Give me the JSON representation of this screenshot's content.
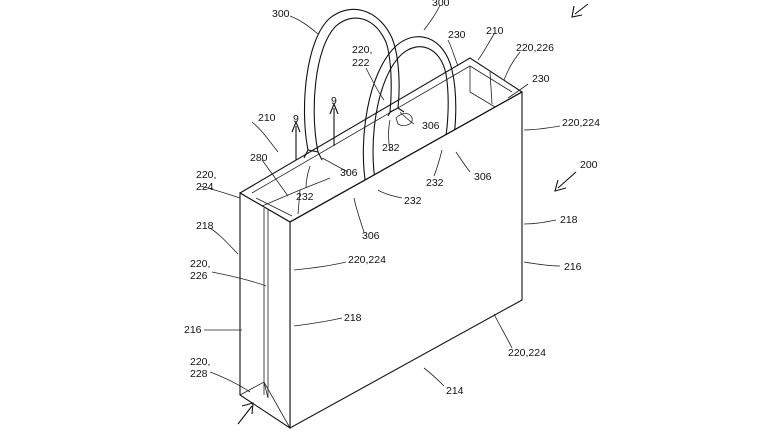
{
  "labels": {
    "l300a": "300",
    "l300b": "300",
    "l220_222_a": "220,",
    "l220_222_b": "222",
    "l230a": "230",
    "l210a": "210",
    "l220_226_top": "220,226",
    "l230b": "230",
    "l9a": "9",
    "l9b": "9",
    "l210b": "210",
    "l306a": "306",
    "l220_224_r1": "220,224",
    "l280": "280",
    "l232a": "232",
    "l306b": "306",
    "l232b": "232",
    "l306c": "306",
    "l200": "200",
    "l220_224_l_a": "220,",
    "l220_224_l_b": "224",
    "l232c": "232",
    "l232d": "232",
    "l218a": "218",
    "l306d": "306",
    "l218b": "218",
    "l220_226_l_a": "220,",
    "l220_226_l_b": "226",
    "l220_224_mid": "220,224",
    "l216a": "216",
    "l218c": "218",
    "l216b": "216",
    "l220_228_a": "220,",
    "l220_228_b": "228",
    "l220_224_bot": "220,224",
    "l214": "214"
  }
}
